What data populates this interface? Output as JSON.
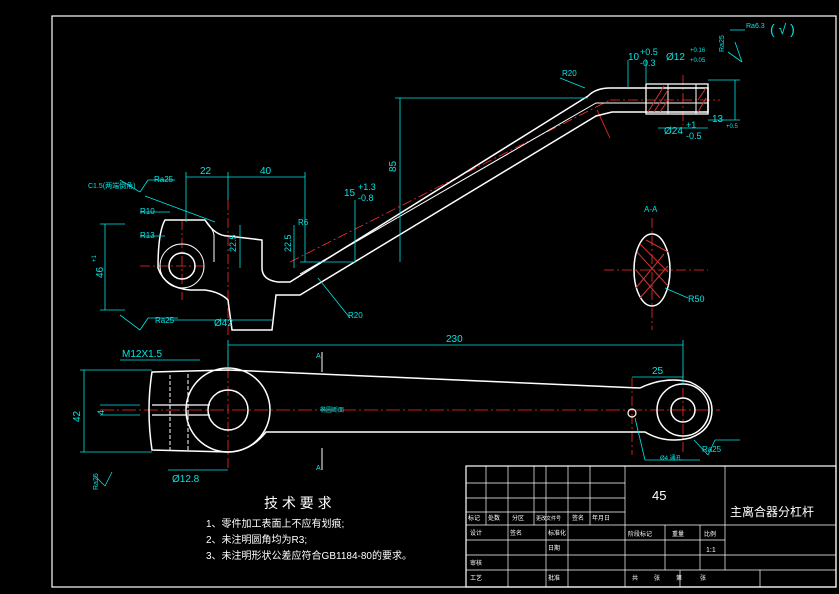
{
  "colors": {
    "background": "#000000",
    "outline": "#ffffff",
    "dimension": "#00e5e5",
    "centerline": "#ff2a2a",
    "hatch": "#cc3333"
  },
  "top": {
    "roughness_symbol": "Ra6.3",
    "roughness_paren": "( √ )",
    "roughness_side": "Ra25",
    "dim_10": "10",
    "dim_10_tol_upper": "+0.5",
    "dim_10_tol_lower": "-0.3",
    "dim_phi12": "Ø12",
    "dim_phi12_tol_upper": "+0.16",
    "dim_phi12_tol_lower": "+0.05",
    "dim_r20_top": "R20",
    "dim_phi24": "Ø24",
    "dim_phi24_tol_upper": "+1",
    "dim_phi24_tol_lower": "-0.5",
    "dim_13": "13",
    "dim_13_tol": "+0.5",
    "dim_85": "85",
    "dim_15": "15",
    "dim_15_tol_upper": "+1.3",
    "dim_15_tol_lower": "-0.8",
    "dim_22": "22",
    "dim_40": "40",
    "chamfer": "C1.5(两端倒角)",
    "chamfer_ra": "Ra25",
    "dim_r10": "R10",
    "dim_r13": "R13",
    "dim_r6": "R6",
    "dim_22_5a": "22.5",
    "dim_22_5b": "22.5",
    "dim_46": "46",
    "dim_46_tol": "+1",
    "bottom_ra": "Ra25",
    "dim_phi42": "Ø42",
    "dim_r20_bottom": "R20"
  },
  "section": {
    "label": "A-A",
    "radius": "R50"
  },
  "front": {
    "dim_230": "230",
    "thread": "M12X1.5",
    "dim_25": "25",
    "dim_42": "42",
    "dim_4": "4",
    "section_mark_a1": "A",
    "section_mark_a2": "A",
    "center_note": "椭圆断面",
    "phi12_8": "Ø12.8",
    "hole_note": "Ø4 通孔",
    "ra_right": "Ra25",
    "ra_left": "Ra25"
  },
  "notes": {
    "title": "技 术 要 求",
    "items": [
      "1、零件加工表面上不应有划痕;",
      "2、未注明圆角均为R3;",
      "3、未注明形状公差应符合GB1184-80的要求。"
    ]
  },
  "title_block": {
    "material": "45",
    "part_name": "主离合器分杠杆",
    "row_labels": [
      "标记",
      "处数",
      "分区",
      "更改文件号",
      "签名",
      "年月日"
    ],
    "designer": "设计",
    "standardize": "标准化",
    "reviewer": "审核",
    "process": "工艺",
    "approve": "批准",
    "stage_headers": [
      "阶段标记",
      "重量",
      "比例"
    ],
    "scale": "1:1",
    "sheet_total": "共",
    "sheet_unit1": "张",
    "sheet_num": "第",
    "sheet_unit2": "张",
    "signature": "签名",
    "date": "日期"
  }
}
